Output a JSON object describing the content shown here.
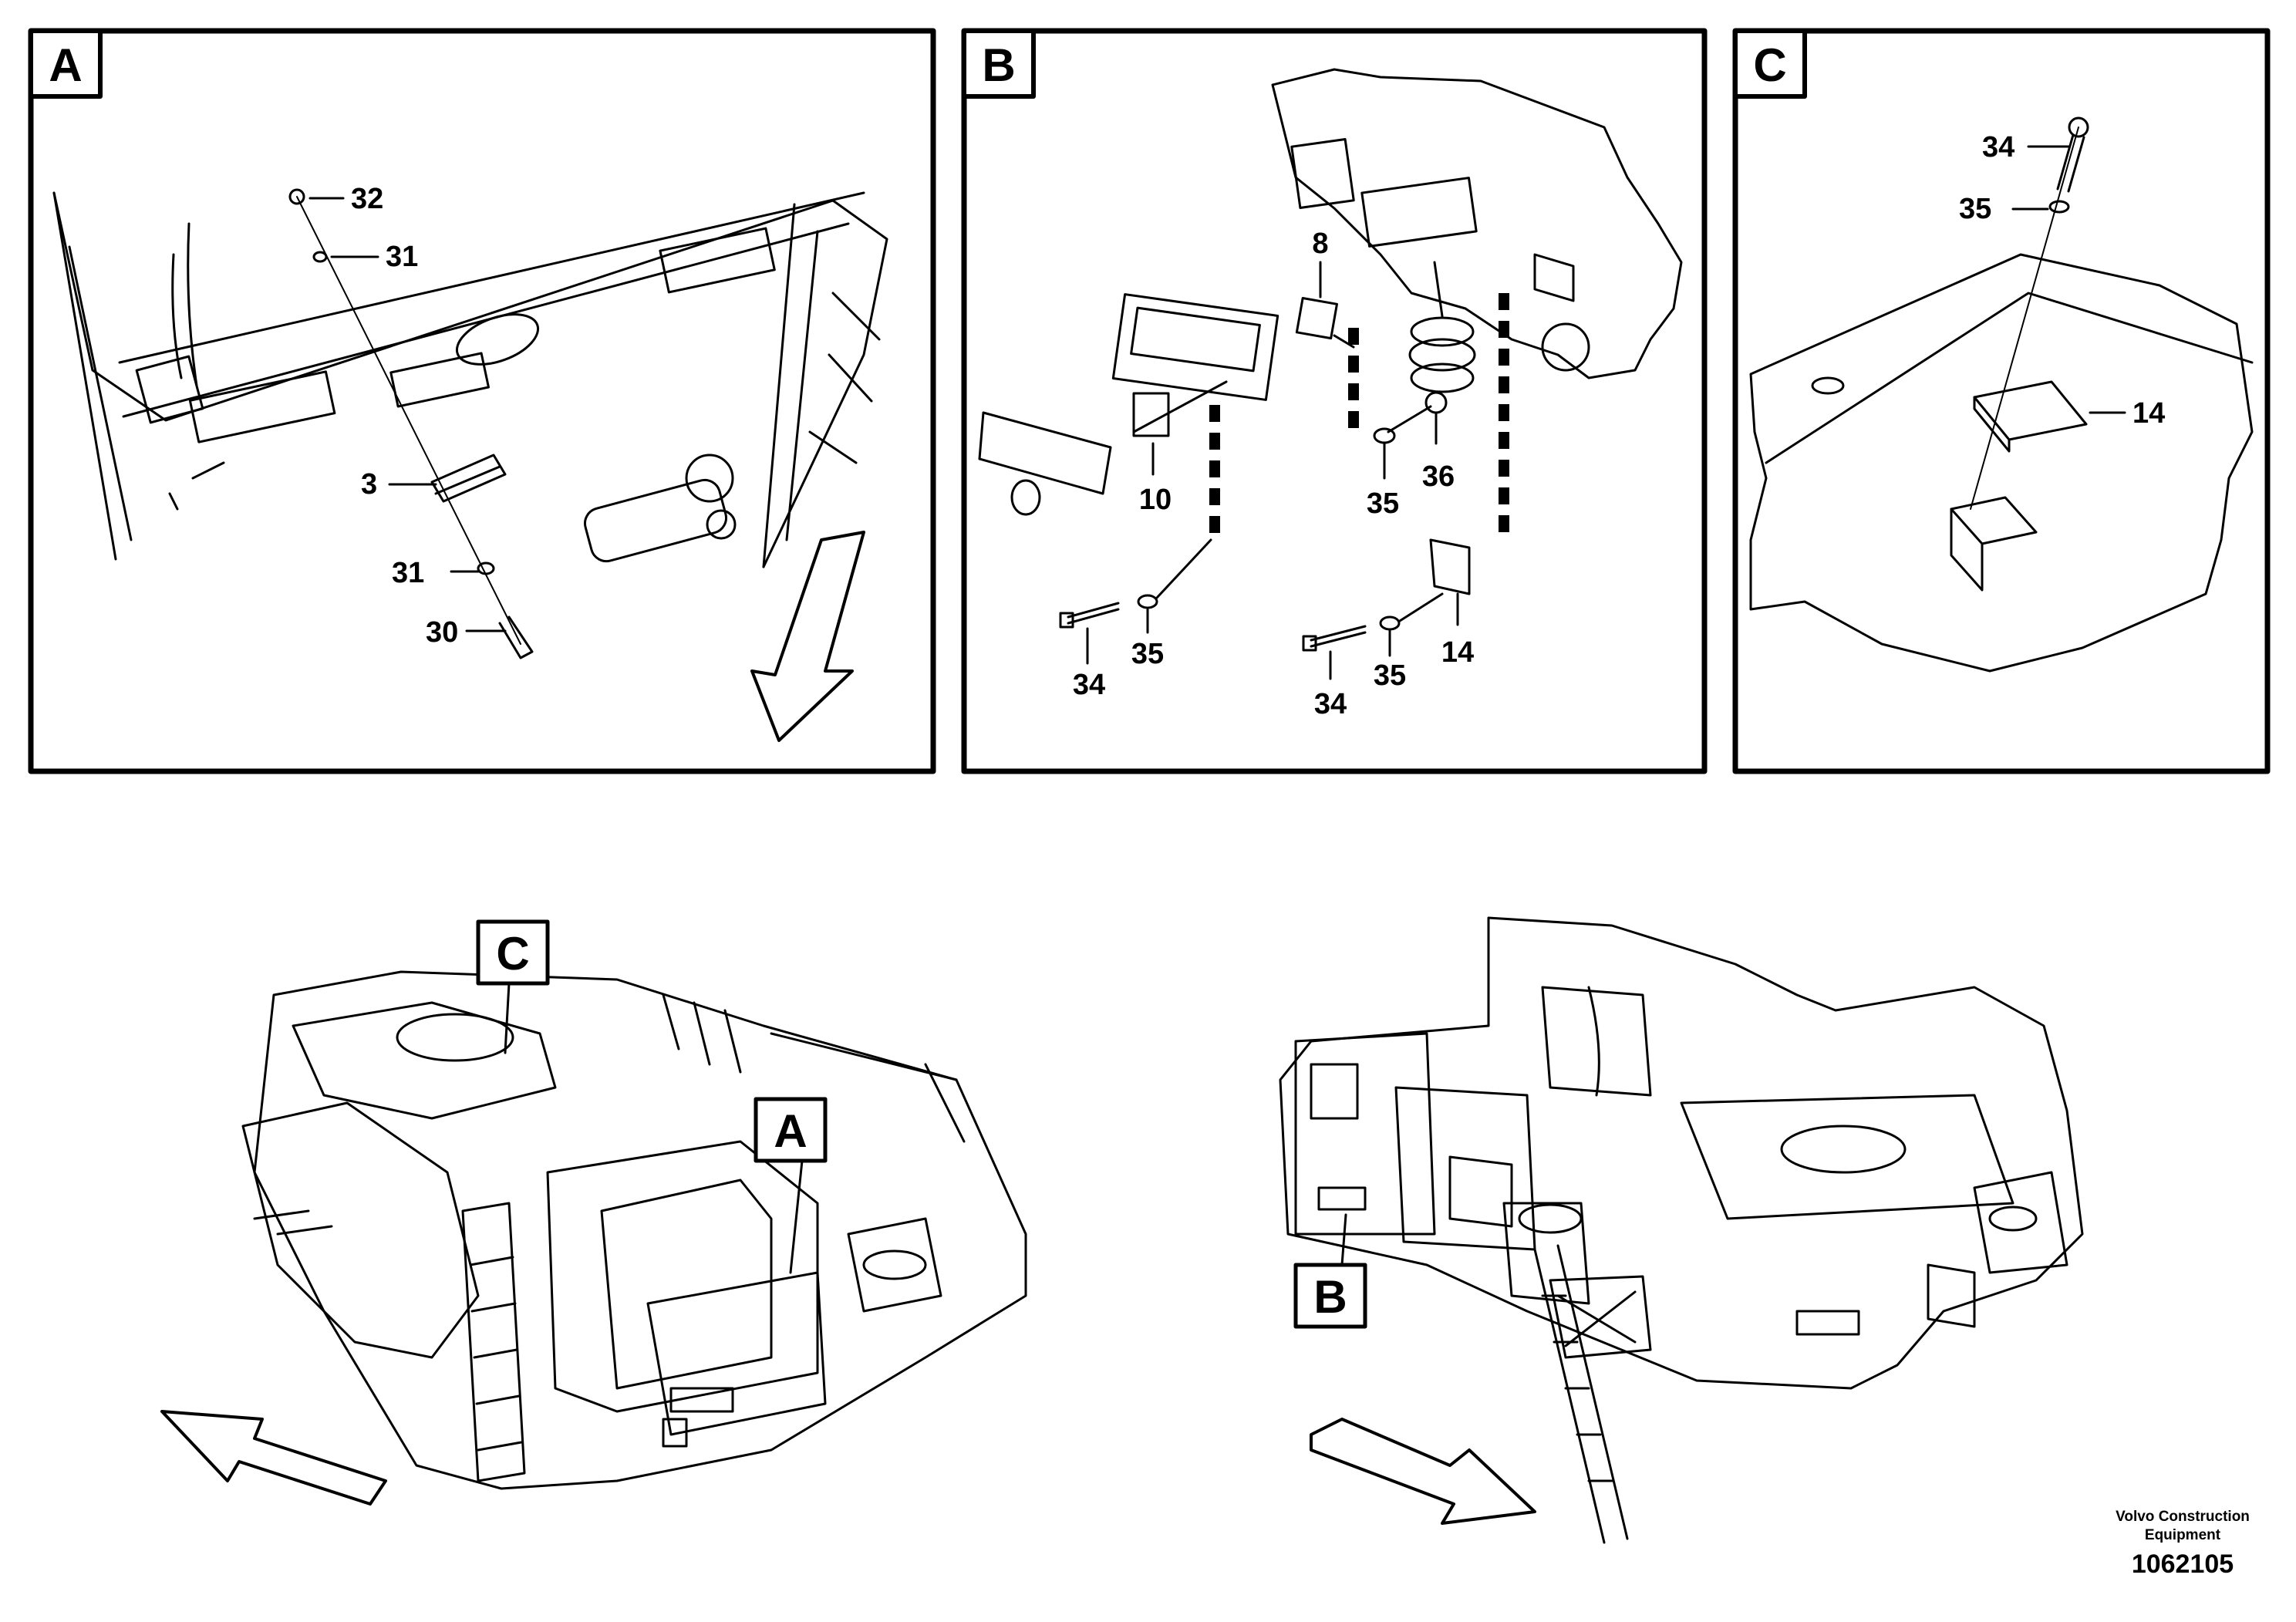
{
  "panels": {
    "A": {
      "letter": "A",
      "callouts": {
        "c32": "32",
        "c31a": "31",
        "c3": "3",
        "c31b": "31",
        "c30": "30"
      }
    },
    "B": {
      "letter": "B",
      "callouts": {
        "c8": "8",
        "c10": "10",
        "c36": "36",
        "c35a": "35",
        "c35b": "35",
        "c34a": "34",
        "c35c": "35",
        "c14": "14",
        "c34b": "34"
      }
    },
    "C": {
      "letter": "C",
      "callouts": {
        "c34": "34",
        "c35": "35",
        "c14": "14"
      }
    }
  },
  "overview": {
    "tagC": "C",
    "tagA": "A",
    "tagB": "B"
  },
  "footer": {
    "company": "Volvo Construction Equipment",
    "doc_number": "1062105"
  }
}
